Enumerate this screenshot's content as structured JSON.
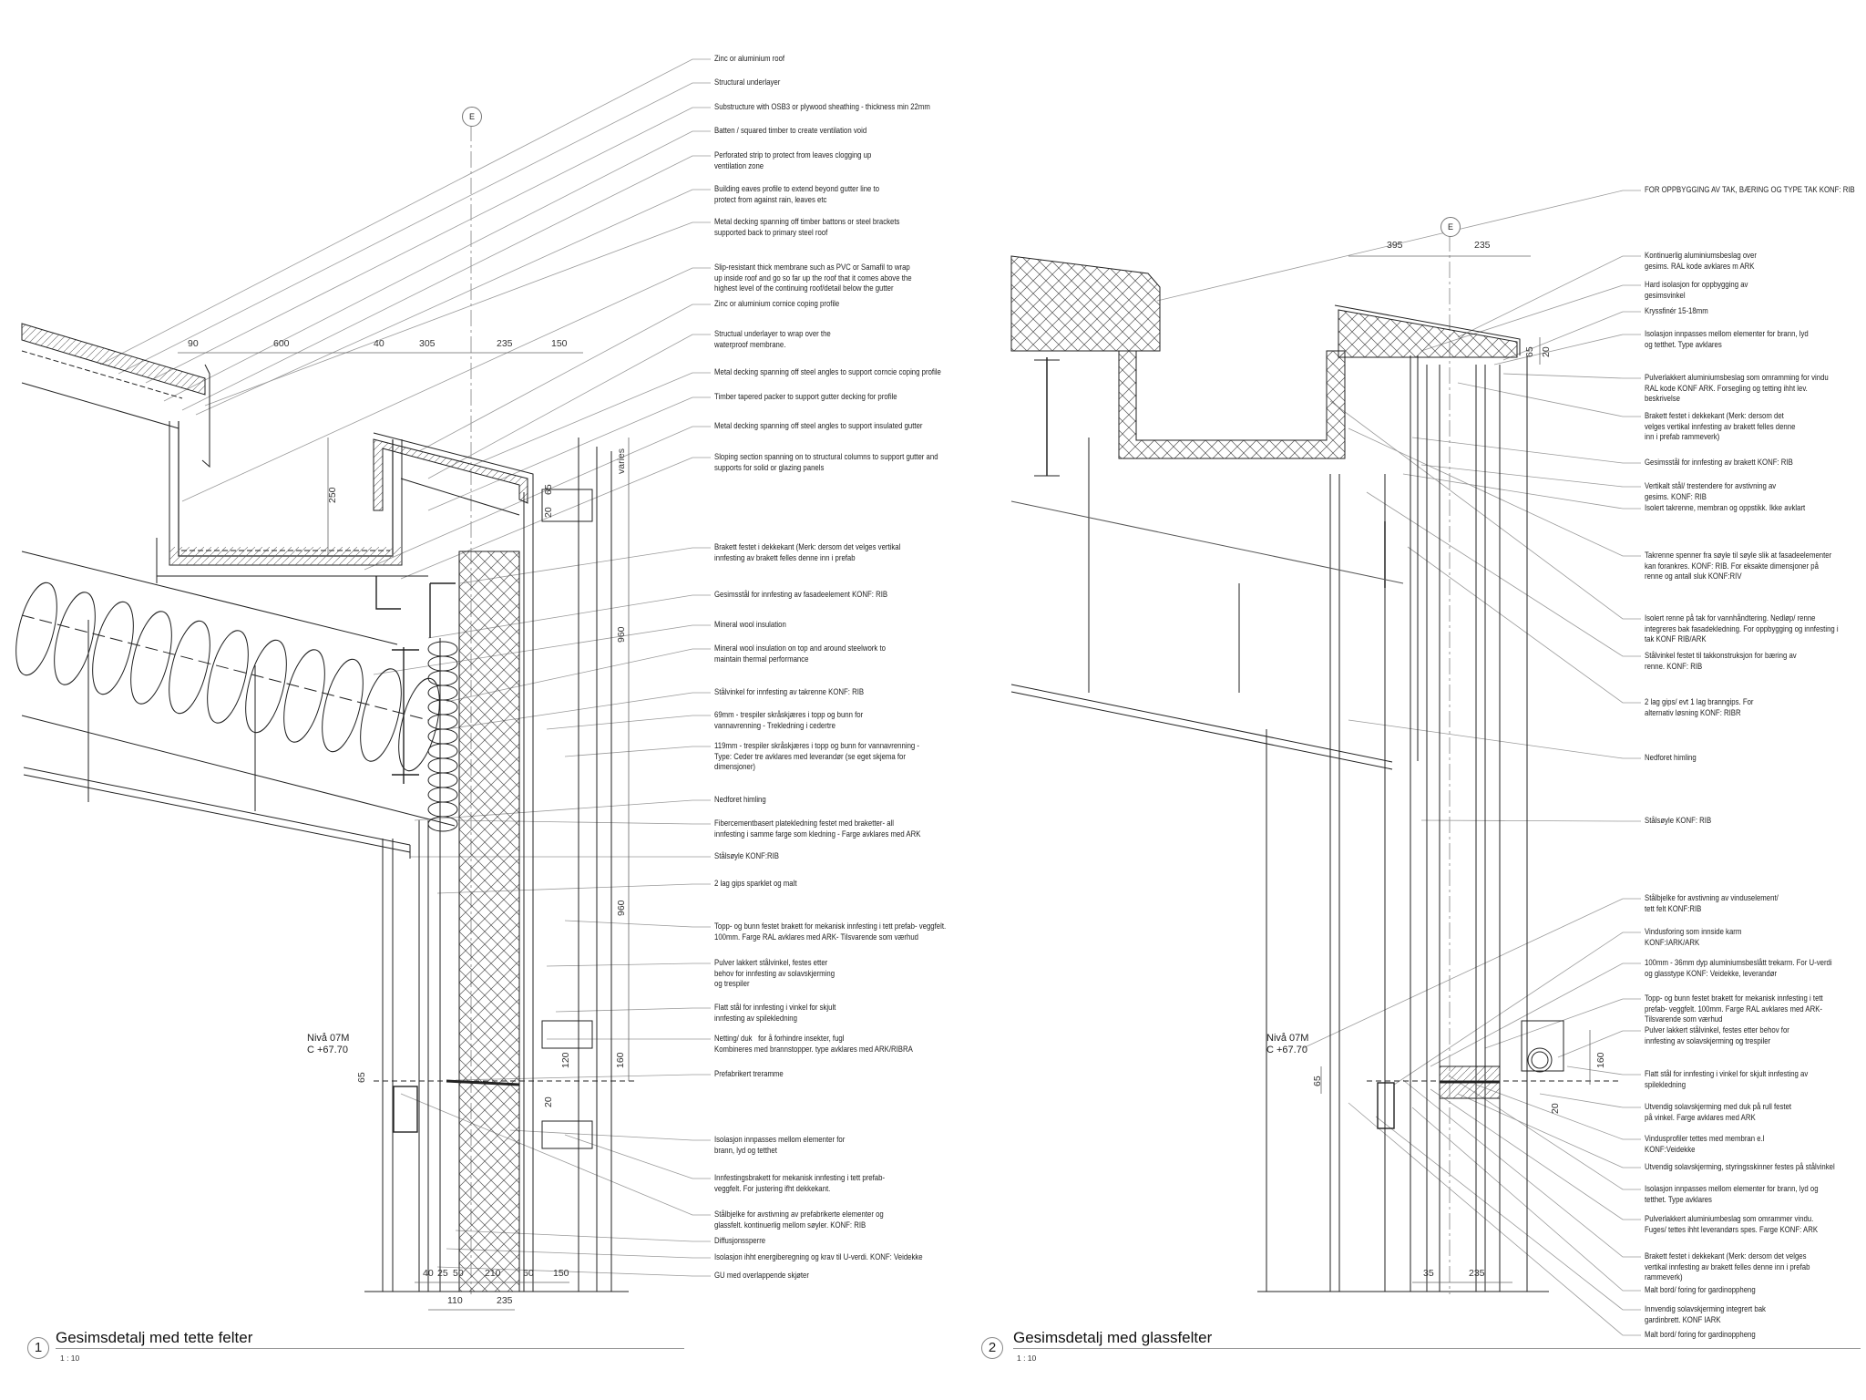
{
  "detail1": {
    "number": "1",
    "title": "Gesimsdetalj med tette felter",
    "scale": "1 : 10",
    "grid": "E",
    "level_name": "Nivå 07M",
    "level_value": "C +67.70",
    "dims_top": [
      "90",
      "600",
      "40",
      "305",
      "235",
      "150"
    ],
    "dim_250": "250",
    "dim_20": "20",
    "dim_65": "65",
    "dim_varies": "varies",
    "dim_960a": "960",
    "dim_960b": "960",
    "dim_120": "120",
    "dim_160": "160",
    "dim_20b": "20",
    "dim_65b": "65",
    "dims_bottom1": [
      "40",
      "25",
      "50",
      "210",
      "60",
      "150"
    ],
    "dims_bottom2": [
      "110",
      "235"
    ],
    "labels": [
      "Zinc or aluminium roof",
      "Structural underlayer",
      "Substructure with OSB3 or plywood sheathing - thickness min 22mm",
      "Batten / squared timber to create ventilation void",
      "Perforated strip to protect from leaves clogging up\nventilation zone",
      "Building eaves profile to extend beyond gutter line to\nprotect from against rain, leaves etc",
      "Metal decking spanning off timber battons or steel brackets\nsupported back to primary steel roof",
      "Slip-resistant thick membrane such as PVC or Samafil to wrap\nup inside roof and go so far up the roof that it comes above the\nhighest level of the continuing roof/detail below the gutter",
      "Zinc or aluminium cornice coping profile",
      "Structual underlayer to wrap over the\nwaterproof membrane.",
      "Metal decking spanning off steel angles to support corncie coping profile",
      "Timber tapered packer to support gutter decking for profile",
      "Metal decking spanning off steel angles to support insulated gutter",
      "Sloping section spanning on to structural columns to support gutter and\nsupports for solid or glazing panels",
      "Brakett festet i dekkekant (Merk: dersom det velges vertikal\ninnfesting av brakett felles denne inn i prefab",
      "Gesimsstål for innfesting av fasadeelement KONF: RIB",
      "Mineral wool insulation",
      "Mineral wool insulation on top and around steelwork to\nmaintain thermal performance",
      "Stålvinkel for innfesting av takrenne KONF: RIB",
      "69mm - trespiler skråskjæres i topp og bunn for\nvannavrenning - Trekledning i cedertre",
      "119mm - trespiler skråskjæres i topp og bunn for vannavrenning -\nType: Ceder tre avklares med leverandør (se eget skjema for\ndimensjoner)",
      "Nedforet himling",
      "Fibercementbasert platekledning festet med braketter- all\ninnfesting i samme farge som kledning - Farge avklares med ARK",
      "Stålsøyle KONF:RIB",
      "2 lag gips sparklet og malt",
      "Topp- og bunn festet brakett for mekanisk innfesting i tett prefab- veggfelt.\n100mm. Farge RAL avklares med ARK- Tilsvarende som værhud",
      "Pulver lakkert stålvinkel, festes etter\nbehov for innfesting av solavskjerming\nog trespiler",
      "Flatt stål for innfesting i vinkel for skjult\ninnfesting av spilekledning",
      "Netting/ duk   for å forhindre insekter, fugl\nKombineres med brannstopper. type avklares med ARK/RIBRA",
      "Prefabrikert treramme",
      "Isolasjon innpasses mellom elementer for\nbrann, lyd og tetthet",
      "Innfestingsbrakett for mekanisk innfesting i tett prefab-\nveggfelt. For justering ifht dekkekant.",
      "Stålbjelke for avstivning av prefabrikerte elementer og\nglassfelt. kontinuerlig mellom søyler. KONF: RIB",
      "Diffusjonssperre",
      "Isolasjon ihht energiberegning og krav til U-verdi. KONF: Veidekke",
      "GU med overlappende skjøter"
    ]
  },
  "detail2": {
    "number": "2",
    "title": "Gesimsdetalj med glassfelter",
    "scale": "1 : 10",
    "grid": "E",
    "level_name": "Nivå 07M",
    "level_value": "C +67.70",
    "dims_top": [
      "395",
      "235"
    ],
    "dim_65": "65",
    "dim_20": "20",
    "dim_65b": "65",
    "dim_160": "160",
    "dim_20b": "20",
    "dims_bottom": [
      "35",
      "235"
    ],
    "labels": [
      "FOR OPPBYGGING AV TAK, BÆRING OG TYPE TAK KONF: RIB",
      "Kontinuerlig aluminiumsbeslag over\ngesims. RAL kode avklares m ARK",
      "Hard isolasjon for oppbygging av\ngesimsvinkel",
      "Kryssfinér 15-18mm",
      "Isolasjon innpasses mellom elementer for brann, lyd\nog tetthet. Type avklares",
      "Pulverlakkert aluminiumsbeslag som omramming for vindu\nRAL kode KONF ARK. Forsegling og tetting ihht lev.\nbeskrivelse",
      "Brakett festet i dekkekant (Merk: dersom det\nvelges vertikal innfesting av brakett felles denne\ninn i prefab rammeverk)",
      "Gesimsstål for innfesting av brakett KONF: RIB",
      "Vertikalt stål/ trestendere for avstivning av\ngesims. KONF: RIB",
      "Isolert takrenne, membran og oppstikk. Ikke avklart",
      "Takrenne spenner fra søyle til søyle slik at fasadeelementer\nkan forankres. KONF: RIB. For eksakte dimensjoner på\nrenne og antall sluk KONF:RIV",
      "Isolert renne på tak for vannhåndtering. Nedløp/ renne\nintegreres bak fasadekledning. For oppbygging og innfesting i\ntak KONF RIB/ARK",
      "Stålvinkel festet til takkonstruksjon for bæring av\nrenne. KONF: RIB",
      "2 lag gips/ evt 1 lag branngips. For\nalternativ løsning KONF: RIBR",
      "Nedforet himling",
      "Stålsøyle KONF: RIB",
      "Stålbjelke for avstivning av vinduselement/\ntett felt KONF:RIB",
      "Vindusforing som innside karm\nKONF:IARK/ARK",
      "100mm - 36mm dyp aluminiumsbeslått trekarm. For U-verdi\nog glasstype KONF: Veidekke, leverandør",
      "Topp- og bunn festet brakett for mekanisk innfesting i tett\nprefab- veggfelt. 100mm. Farge RAL avklares med ARK-\nTilsvarende som værhud",
      "Pulver lakkert stålvinkel, festes etter behov for\ninnfesting av solavskjerming og trespiler",
      "Flatt stål for innfesting i vinkel for skjult innfesting av\nspilekledning",
      "Utvendig solavskjerming med duk på rull festet\npå vinkel. Farge avklares med ARK",
      "Vindusprofiler tettes med membran e.l\nKONF:Veidekke",
      "Utvendig solavskjerming, styringsskinner festes på stålvinkel",
      "Isolasjon innpasses mellom elementer for brann, lyd og\ntetthet. Type avklares",
      "Pulverlakkert aluminiumbeslag som omrammer vindu.\nFuges/ tettes ihht leverandørs spes. Farge KONF: ARK",
      "Brakett festet i dekkekant (Merk: dersom det velges\nvertikal innfesting av brakett felles denne inn i prefab\nrammeverk)",
      "Malt bord/ foring for gardinoppheng",
      "Innvendig solavskjerming integrert bak\ngardinbrett. KONF IARK",
      "Malt bord/ foring for gardinoppheng"
    ]
  }
}
